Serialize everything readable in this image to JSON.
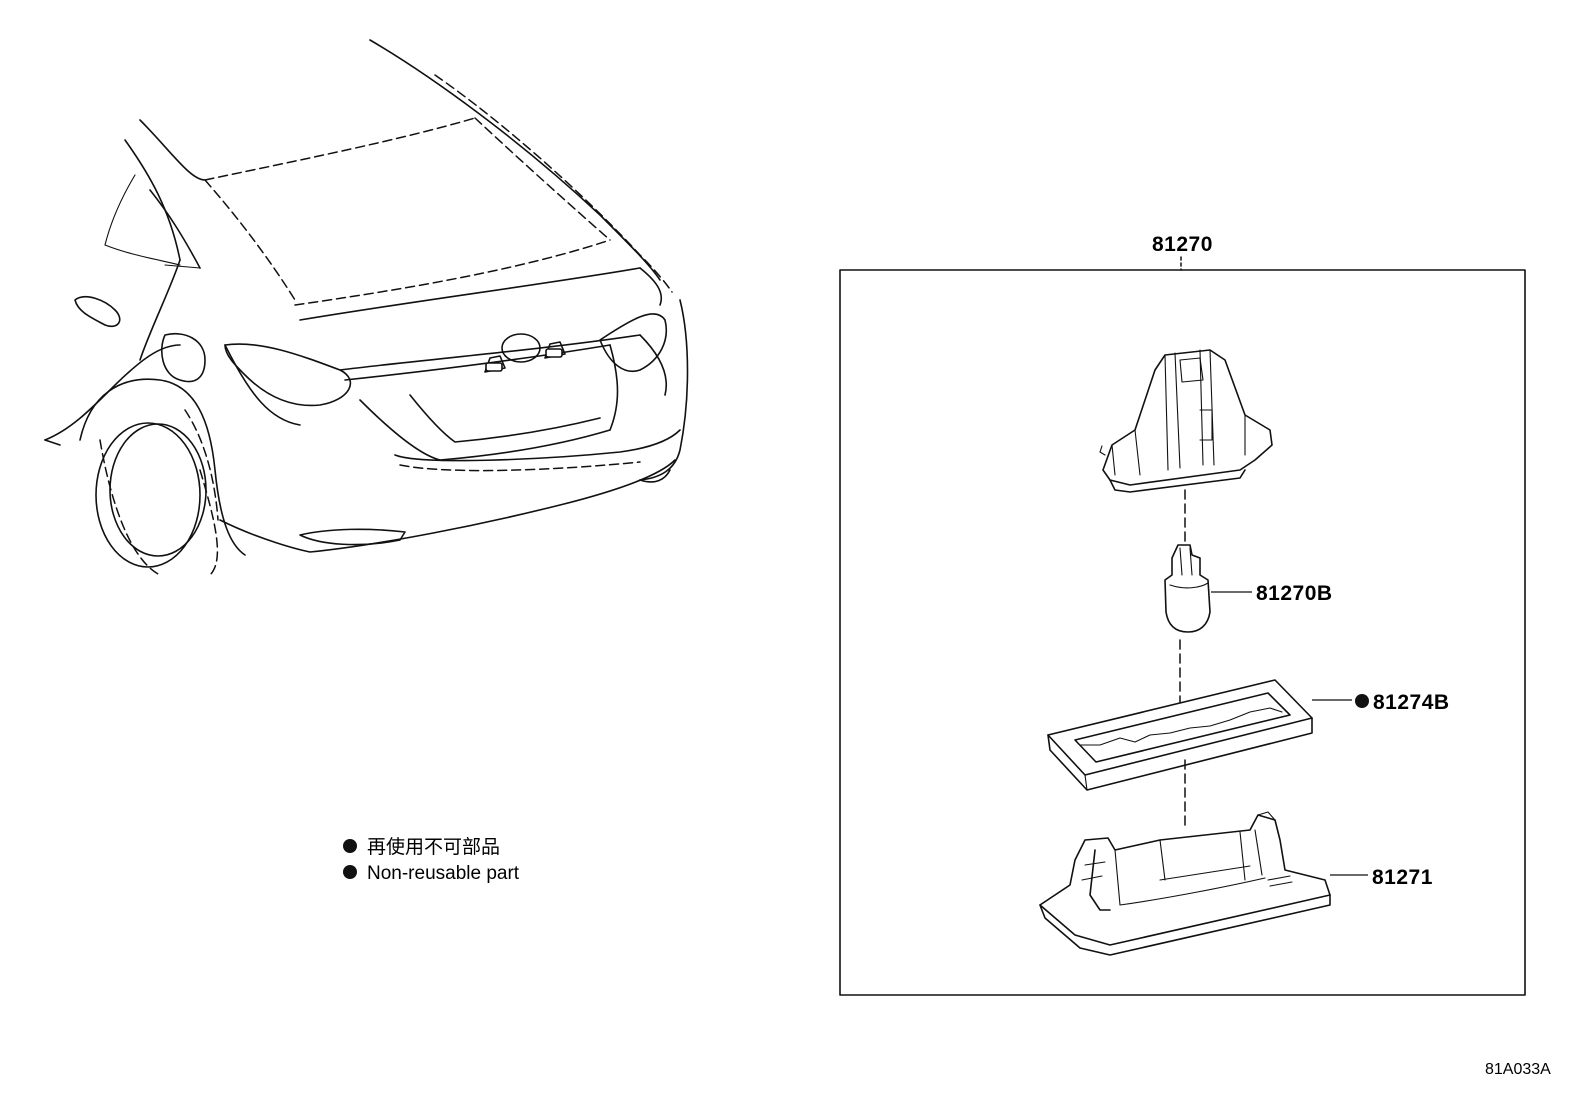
{
  "diagram": {
    "assembly_label": "81270",
    "parts": [
      {
        "id": "bulb",
        "label": "81270B",
        "non_reusable": false
      },
      {
        "id": "gasket",
        "label": "81274B",
        "non_reusable": true
      },
      {
        "id": "lens",
        "label": "81271",
        "non_reusable": false
      }
    ],
    "legend": {
      "line_jp": "再使用不可部品",
      "line_en": "Non-reusable part"
    },
    "diagram_code": "81A033A"
  }
}
